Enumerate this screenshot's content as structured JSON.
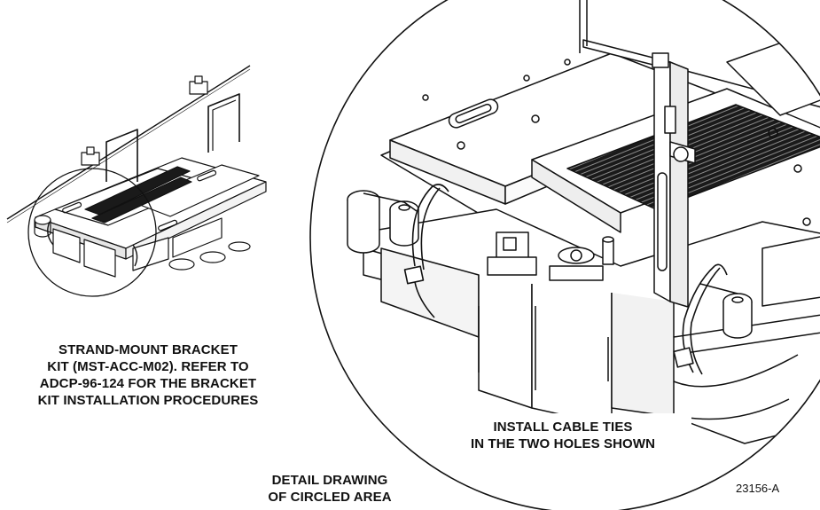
{
  "figure": {
    "figure_number": "23156-A",
    "labels": {
      "bracket_kit": [
        "STRAND-MOUNT BRACKET",
        "KIT (MST-ACC-M02). REFER TO",
        "ADCP-96-124 FOR THE BRACKET",
        "KIT INSTALLATION PROCEDURES"
      ],
      "cable_ties": [
        "INSTALL CABLE TIES",
        "IN THE TWO HOLES SHOWN"
      ],
      "detail": [
        "DETAIL DRAWING",
        "OF CIRCLED AREA"
      ]
    }
  },
  "colors": {
    "line": "#111111",
    "background": "#ffffff",
    "shade": "#d9d9d9",
    "dark_fill": "#1a1a1a"
  }
}
